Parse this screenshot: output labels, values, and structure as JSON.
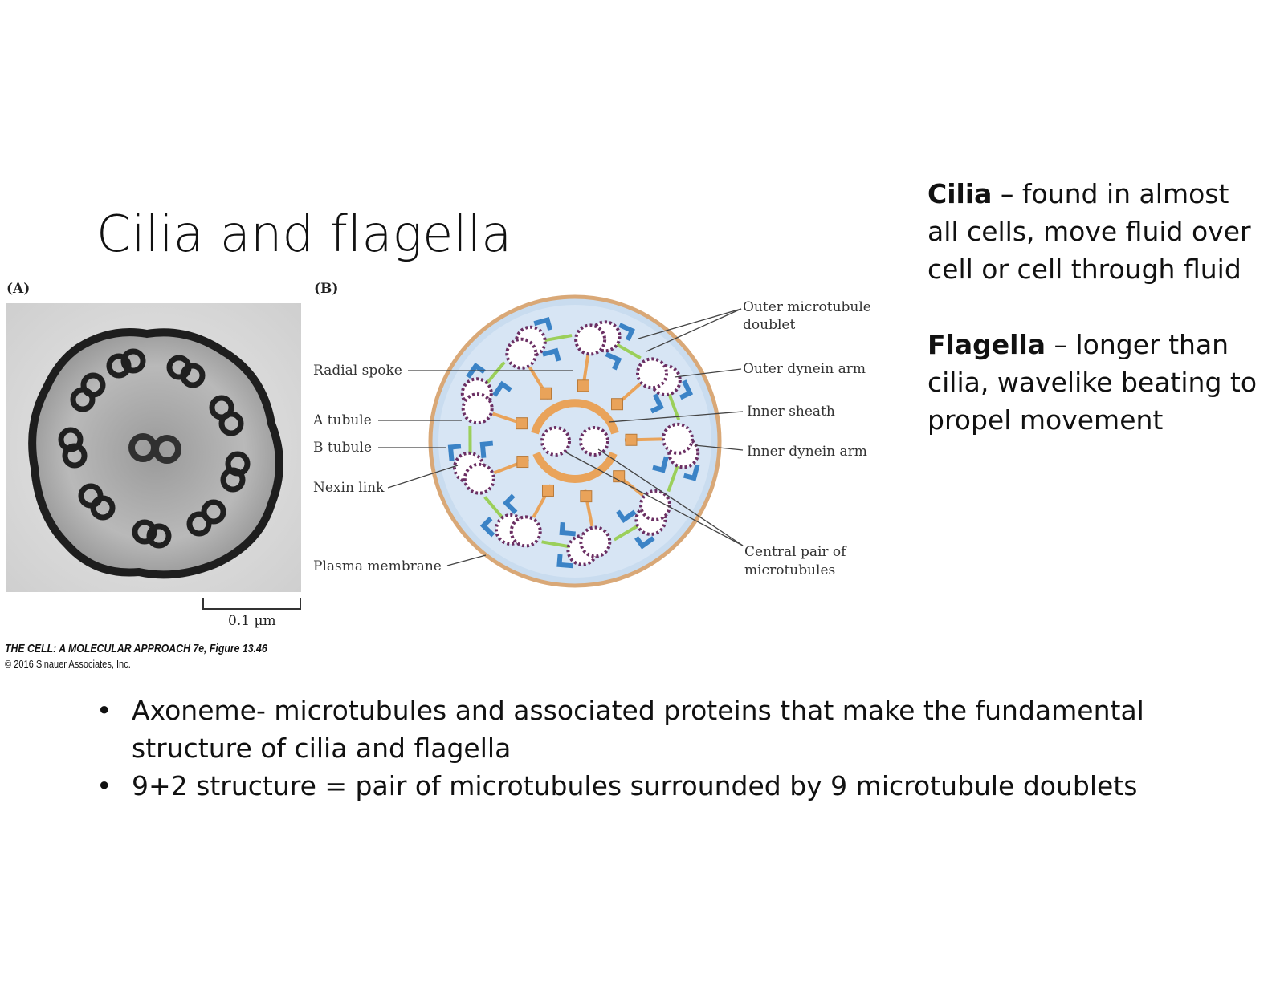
{
  "slide": {
    "title": "Cilia and flagella",
    "side": {
      "cilia_term": "Cilia",
      "cilia_text": " – found in almost all cells, move fluid over cell or cell through fluid",
      "flagella_term": "Flagella",
      "flagella_text": " – longer than cilia, wavelike beating to propel movement"
    },
    "bullets": [
      "Axoneme- microtubules and associated proteins that make the fundamental structure of cilia and flagella",
      "9+2 structure = pair of microtubules surrounded by 9 microtubule doublets"
    ],
    "bullet_glyph": "•"
  },
  "figure": {
    "panel_a": "(A)",
    "panel_b": "(B)",
    "scale": "0.1 µm",
    "credit_line1": "THE CELL: A MOLECULAR APPROACH 7e, Figure 13.46",
    "credit_line2": "© 2016 Sinauer Associates, Inc.",
    "labels": {
      "outer_doublet_1": "Outer microtubule",
      "outer_doublet_2": "doublet",
      "outer_dynein": "Outer dynein arm",
      "inner_sheath": "Inner sheath",
      "inner_dynein": "Inner dynein arm",
      "central_pair_1": "Central pair of",
      "central_pair_2": "microtubules",
      "radial_spoke": "Radial spoke",
      "a_tubule": "A tubule",
      "b_tubule": "B tubule",
      "nexin": "Nexin link",
      "plasma": "Plasma membrane"
    },
    "colors": {
      "membrane": "#d9a877",
      "cytoplasm": "#c9dcef",
      "dynein": "#3b83c6",
      "spoke": "#e9a35a",
      "nexin": "#9bcf5a",
      "tubule": "#6b2f63"
    }
  }
}
